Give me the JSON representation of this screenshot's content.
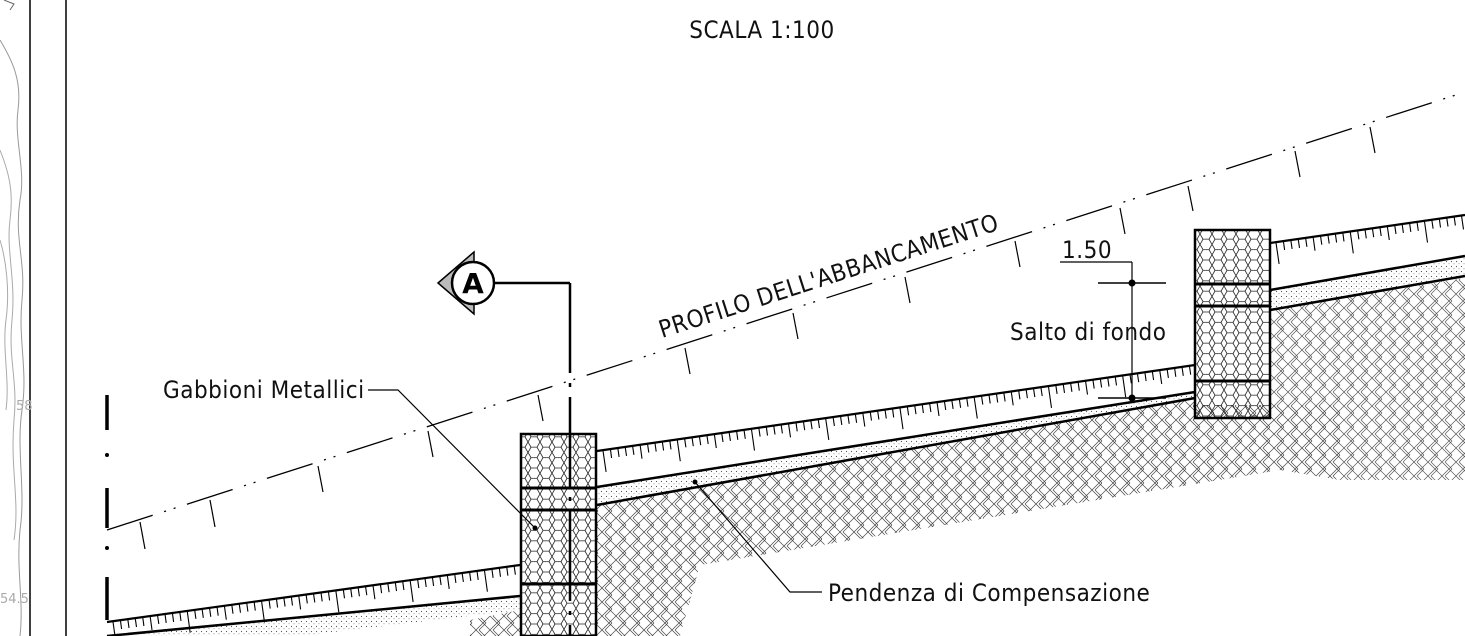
{
  "drawing": {
    "scale_label": "SCALA 1:100",
    "profile_label": "PROFILO DELL'ABBANCAMENTO",
    "gabions_label": "Gabbioni Metallici",
    "drop_label": "Salto di fondo",
    "drop_value": "1.50",
    "slope_label": "Pendenza di Compensazione",
    "section_marker": "A",
    "margin_numbers": [
      "58",
      "54.5"
    ]
  }
}
